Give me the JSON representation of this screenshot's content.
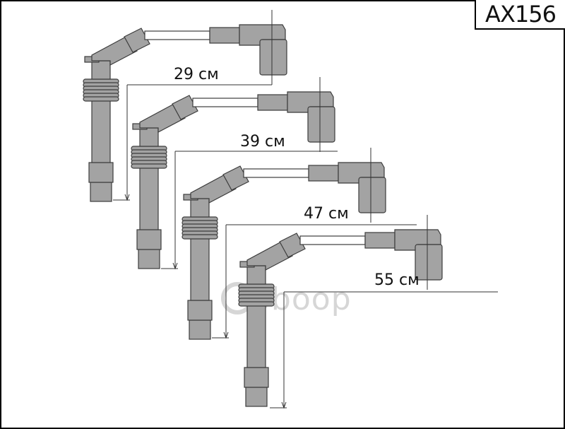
{
  "part_code": "AX156",
  "watermark": "oboop",
  "colors": {
    "part_fill": "#a3a3a3",
    "outline": "#3c3c3c",
    "dim_line": "#333333"
  },
  "wires": [
    {
      "length_label": "29 см"
    },
    {
      "length_label": "39 см"
    },
    {
      "length_label": "47 см"
    },
    {
      "length_label": "55 см"
    }
  ]
}
